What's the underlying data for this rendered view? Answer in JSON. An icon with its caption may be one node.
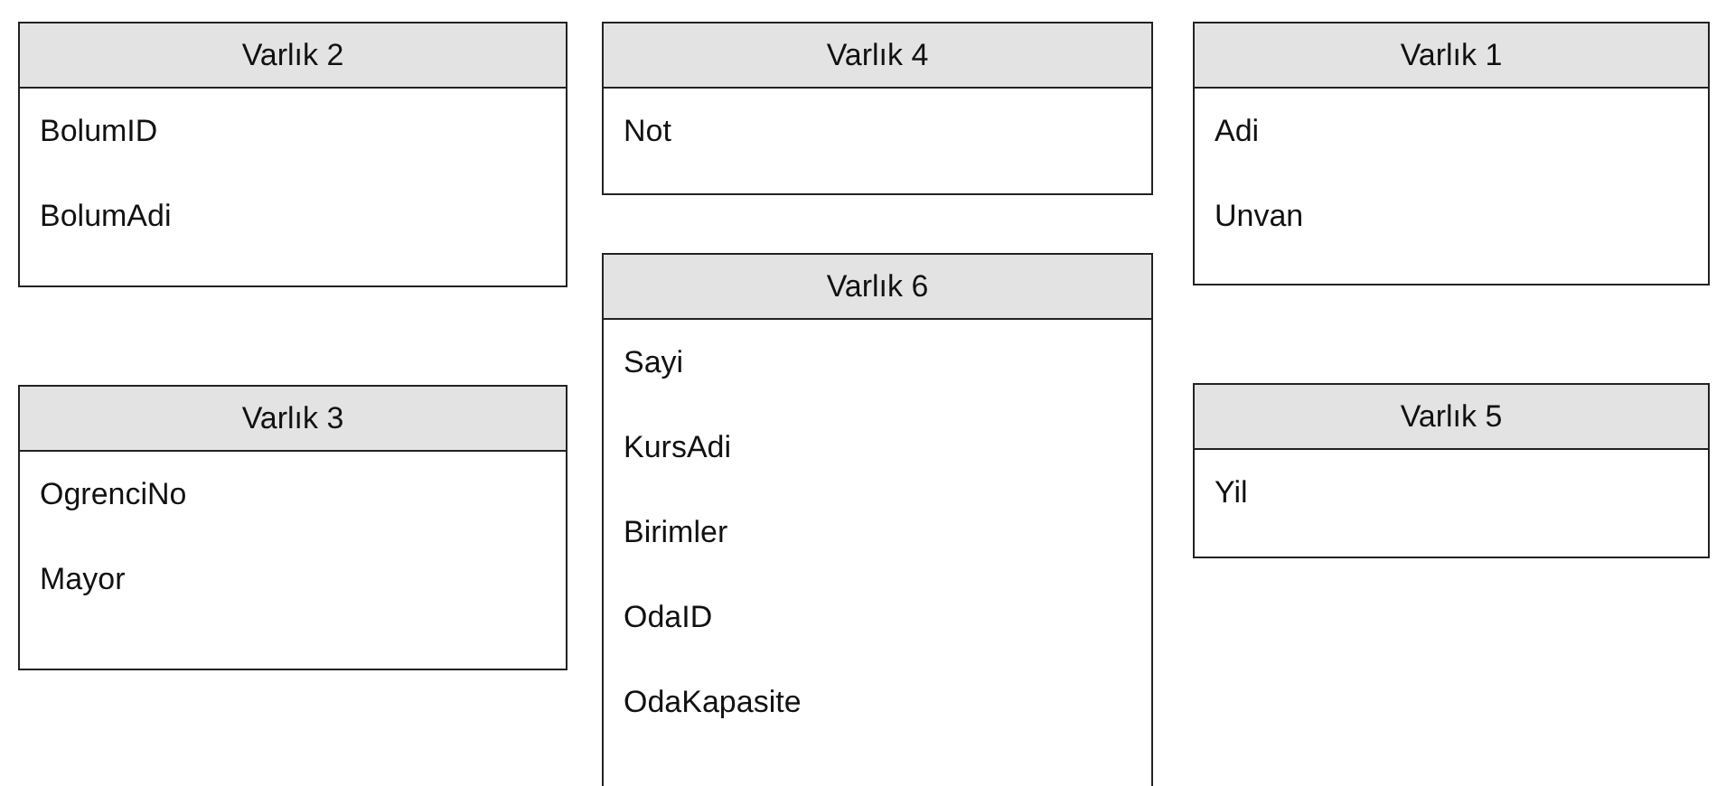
{
  "diagram": {
    "nodes": [
      {
        "text": [
          "Varlık 2",
          "BolumID",
          "BolumAdi"
        ]
      },
      {
        "text": [
          "Varlık 4",
          "Not"
        ]
      },
      {
        "text": [
          "Varlık 1",
          "Adi",
          "Unvan"
        ]
      },
      {
        "text": [
          "Varlık 6",
          "Sayi",
          "KursAdi",
          "Birimler",
          "OdaID",
          "OdaKapasite"
        ]
      },
      {
        "text": [
          "Varlık 3",
          "OgrenciNo",
          "Mayor"
        ]
      },
      {
        "text": [
          "Varlık 5",
          "Yil"
        ]
      }
    ]
  }
}
